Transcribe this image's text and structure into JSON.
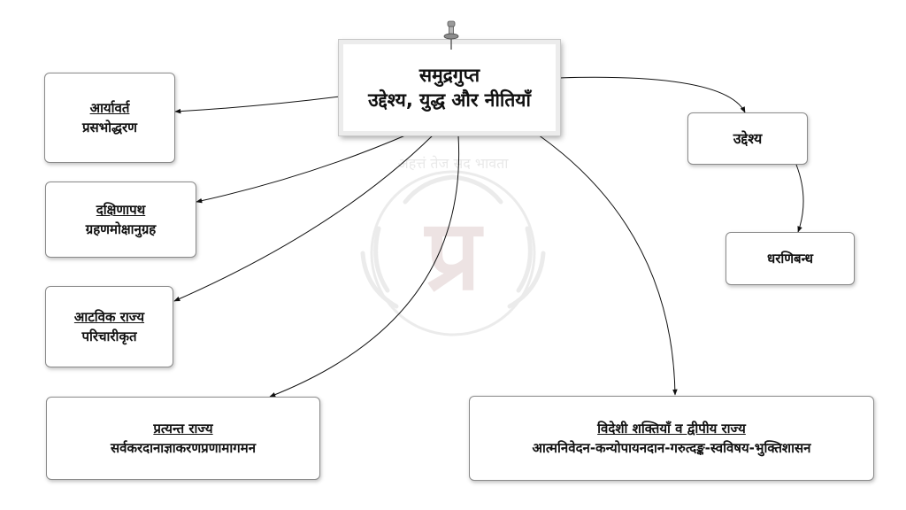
{
  "title": {
    "line1": "समुद्रगुप्त",
    "line2": "उद्देश्य, युद्ध और नीतियाँ"
  },
  "nodes": {
    "aryavarta": {
      "heading": "आर्यावर्त",
      "policy": "प्रसभोद्धरण"
    },
    "dakshinapatha": {
      "heading": "दक्षिणापथ",
      "policy": "ग्रहणमोक्षानुग्रह"
    },
    "atavika": {
      "heading": "आटविक राज्य",
      "policy": "परिचारीकृत"
    },
    "pratyanta": {
      "heading": "प्रत्यन्त राज्य",
      "policy": "सर्वकरदानाज्ञाकरणप्रणामागमन"
    },
    "videshi": {
      "heading": "विदेशी शक्तियाँ व द्वीपीय राज्य",
      "policy": "आत्मनिवेदन-कन्योपायनदान-गरुत्दङ्क-स्वविषय-भुक्तिशासन"
    },
    "uddeshya": {
      "label": "उद्देश्य"
    },
    "dharanibandha": {
      "label": "धरणिबन्ध"
    }
  },
  "watermark": {
    "glyph": "प्र",
    "arc_text": "अहत्तं तेज सद भावता"
  }
}
